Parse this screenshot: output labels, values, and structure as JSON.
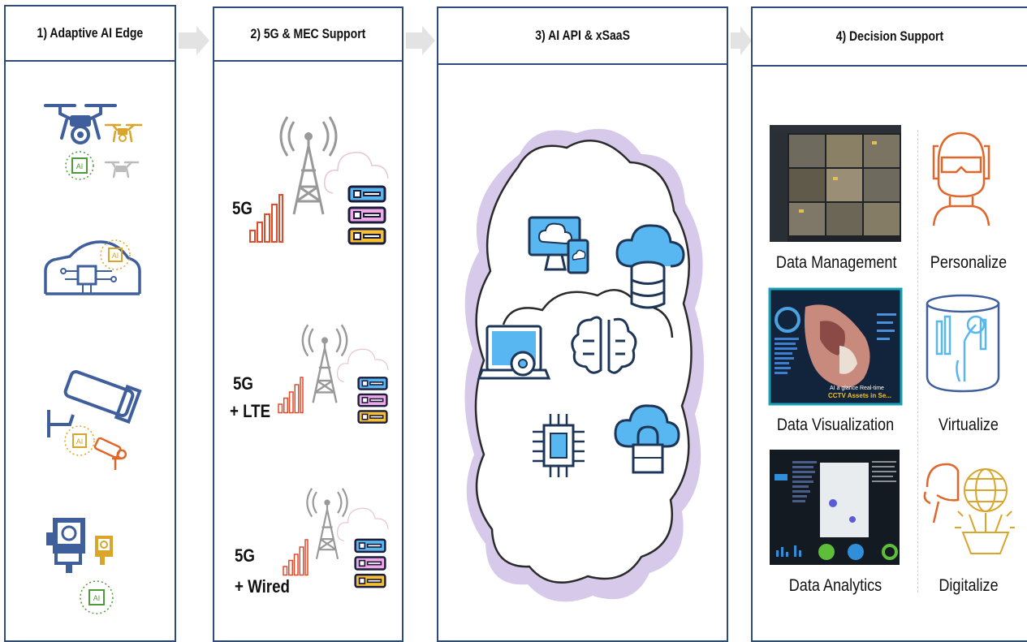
{
  "stages": [
    {
      "title": "1) Adaptive AI Edge"
    },
    {
      "title": "2) 5G & MEC Support"
    },
    {
      "title": "3) AI API & xSaaS"
    },
    {
      "title": "4) Decision Support"
    }
  ],
  "network": {
    "row1": {
      "line1": "5G",
      "line2": ""
    },
    "row2": {
      "line1": "5G",
      "line2": "+ LTE"
    },
    "row3": {
      "line1": "5G",
      "line2": "+ Wired"
    }
  },
  "decision": {
    "left": [
      "Data Management",
      "Data Visualization",
      "Data Analytics"
    ],
    "right": [
      "Personalize",
      "Virtualize",
      "Digitalize"
    ],
    "map_caption_1": "AI a glance Real-time",
    "map_caption_2": "CCTV Assets in Se..."
  },
  "colors": {
    "border": "#2f4a7c",
    "icon_blue": "#3e5f9c",
    "gold": "#d9a52a",
    "green": "#4f9a3a",
    "orange": "#e0662a",
    "cloud_purple": "#c9b6e0",
    "signal_red": "#e34a2a"
  }
}
